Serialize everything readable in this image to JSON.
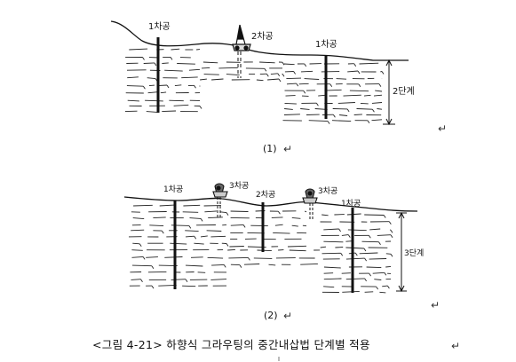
{
  "diagram1": {
    "caption": "(1)",
    "labels": {
      "hole_left": "1차공",
      "hole_mid": "2차공",
      "hole_right": "1차공",
      "stage": "2단계"
    }
  },
  "diagram2": {
    "caption": "(2)",
    "labels": {
      "hole1": "1차공",
      "hole2": "3차공",
      "hole3": "2차공",
      "hole4": "3차공",
      "hole5": "1차공",
      "stage": "3단계"
    }
  },
  "figure_caption": "<그림 4-21> 하향식 그라우팅의 중간내삽법 단계별 적용",
  "return_mark": "↵",
  "colors": {
    "ink": "#111111",
    "background": "#ffffff"
  }
}
